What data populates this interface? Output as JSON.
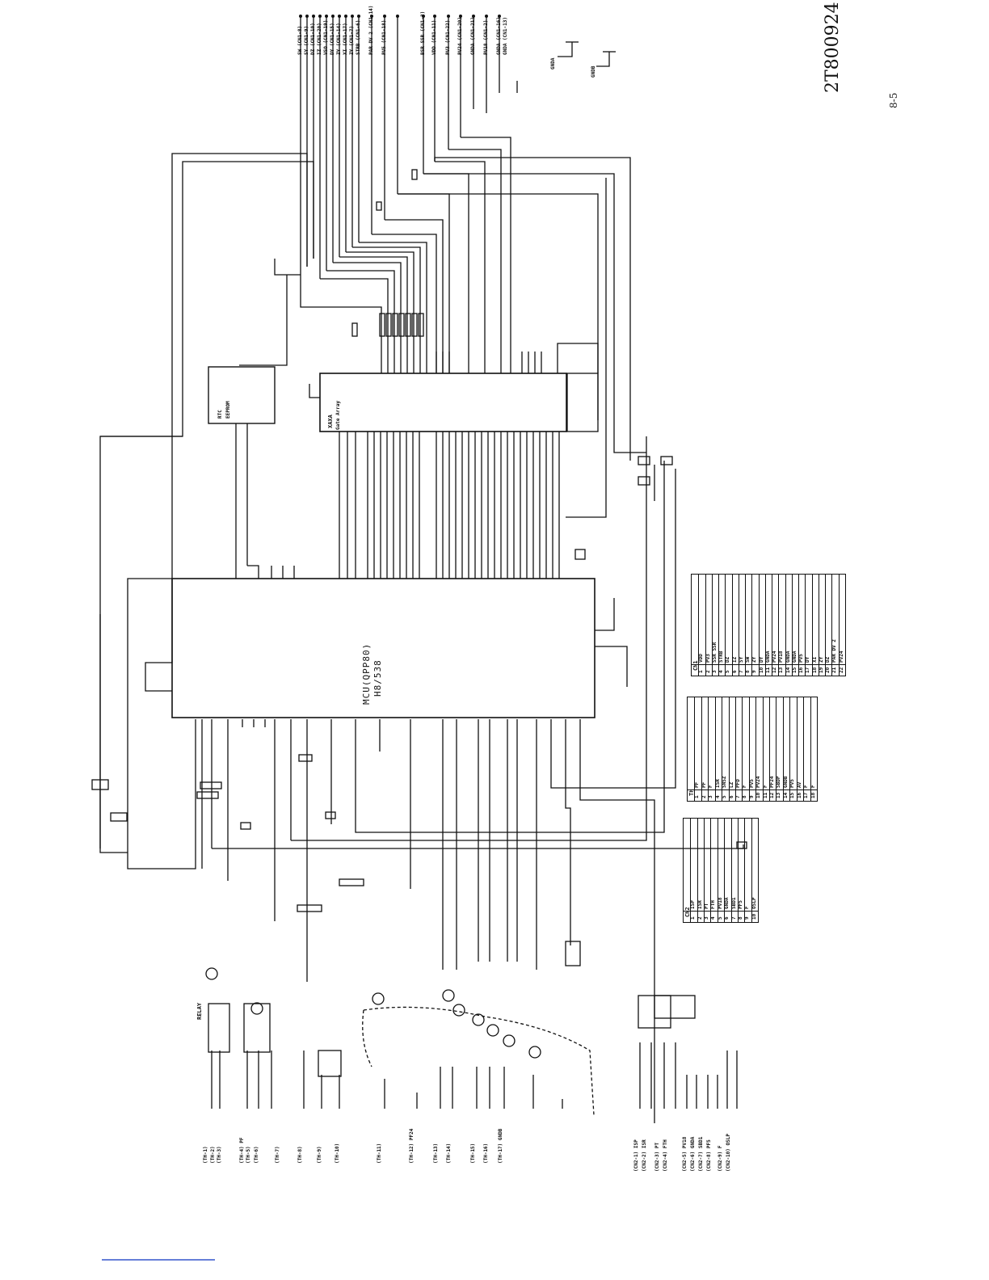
{
  "document": {
    "number": "2T800924",
    "page": "8-5"
  },
  "mcu": {
    "label_line1": "MCU(QPP80)",
    "label_line2": "H8/538"
  },
  "gate_array": {
    "label_line1": "XAXA",
    "label_line2": "Gate Array"
  },
  "clock_chip": {
    "label_line1": "RTC",
    "label_line2": "EEPROM"
  },
  "ground_symbols": [
    "GNDA",
    "GNDB"
  ],
  "top_signals": [
    "SW (CN1-8)",
    "SY (CN1-9)",
    "DZ (CN1-10)",
    "IZ (CN1-20)",
    "VSO (CN1-19)",
    "DY (CN1-15)",
    "ZY (CN1-14)",
    "XI (CN1-17)",
    "ZY (CN1-7)",
    "STRB (CN1-6)",
    "PAR DV 2 (CN1-14)",
    "PV5 (CN1-18)",
    "BSR SSR (CN1-3)",
    "VDD (CN1-11)",
    "PV3 (CN1-22)",
    "PV24 (CN1-20)",
    "GNDA (CN1-21)",
    "PV18 (CN1-2)",
    "GNDA (CN1-16)",
    "GNDA (CN1-13)"
  ],
  "bottom_signals": [
    "(TH-1)",
    "(TH-2)",
    "(TH-3)",
    "(TH-4) PF",
    "(TH-5)",
    "(TH-6)",
    "(TH-7)",
    "(TH-8)",
    "(TH-9)",
    "(TH-10)",
    "(TH-11)",
    "(TH-12) PF24",
    "(TH-13)",
    "(TH-14)",
    "(TH-15)",
    "(TH-16)",
    "(TH-17) GNDB"
  ],
  "bottom_right_signals": [
    "(CN2-1) ISP",
    "(CN2-2) ISR",
    "(CN2-3) PT",
    "(CN2-4) FTH",
    "(CN2-5) PV18",
    "(CN2-6) GNDA",
    "(CN2-7) SBD1",
    "(CN2-8) PF5",
    "(CN2-9) F",
    "(CN2-10) OSLP"
  ],
  "relay": {
    "label": "RELAY"
  },
  "connector_tables": [
    {
      "title": "CN1",
      "pins": [
        "VDD",
        "PV3",
        "SSR SSR",
        "STRB",
        "DZ",
        "IZ",
        "SY",
        "SW",
        "ZY",
        "DY",
        "GNDA",
        "PV24",
        "PV18",
        "GNDA",
        "GNDA",
        "PV5",
        "DY",
        "XI",
        "ZY",
        "DZ",
        "PAR DV 2",
        "PV24"
      ]
    },
    {
      "title": "TH",
      "pins": [
        "PF",
        "PF",
        "F",
        "ISR",
        "SNSZ",
        "LZ",
        "PFD",
        "F",
        "PV5",
        "PV24",
        "F",
        "PF24",
        "SBDP",
        "GNDB",
        "PV5",
        "AV",
        "F",
        "F"
      ]
    },
    {
      "title": "CN2",
      "pins": [
        "ISP",
        "ISR",
        "PT",
        "FTH",
        "PV18",
        "GNDA",
        "SBD1",
        "PF5",
        "F",
        "OSLP"
      ]
    }
  ]
}
